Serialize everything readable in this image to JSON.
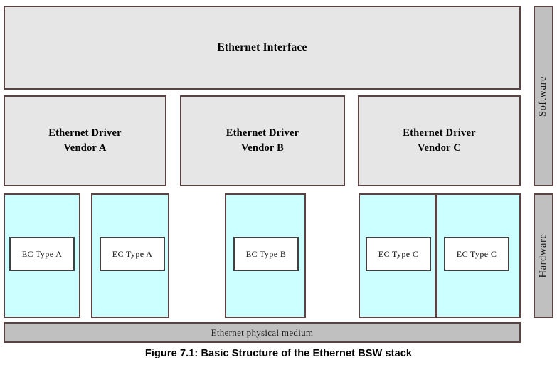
{
  "figure": {
    "caption": "Figure 7.1: Basic Structure of the Ethernet BSW stack",
    "colors": {
      "software_fill": "#e6e6e6",
      "hardware_fill": "#ccffff",
      "band_fill": "#c0c0c0",
      "border": "#5c4343",
      "ec_fill": "#ffffff",
      "ec_border": "#414141",
      "background": "#ffffff"
    }
  },
  "software": {
    "interface": {
      "label": "Ethernet Interface"
    },
    "drivers": [
      {
        "line1": "Ethernet Driver",
        "line2": "Vendor A"
      },
      {
        "line1": "Ethernet Driver",
        "line2": "Vendor B"
      },
      {
        "line1": "Ethernet Driver",
        "line2": "Vendor C"
      }
    ]
  },
  "hardware": {
    "controllers": [
      {
        "label": "EC Type A"
      },
      {
        "label": "EC Type A"
      },
      {
        "label": "EC Type B"
      },
      {
        "label": "EC Type C"
      },
      {
        "label": "EC Type C"
      }
    ],
    "medium": {
      "label": "Ethernet physical medium"
    }
  },
  "side_bands": [
    {
      "label": "Software"
    },
    {
      "label": "Hardware"
    }
  ]
}
